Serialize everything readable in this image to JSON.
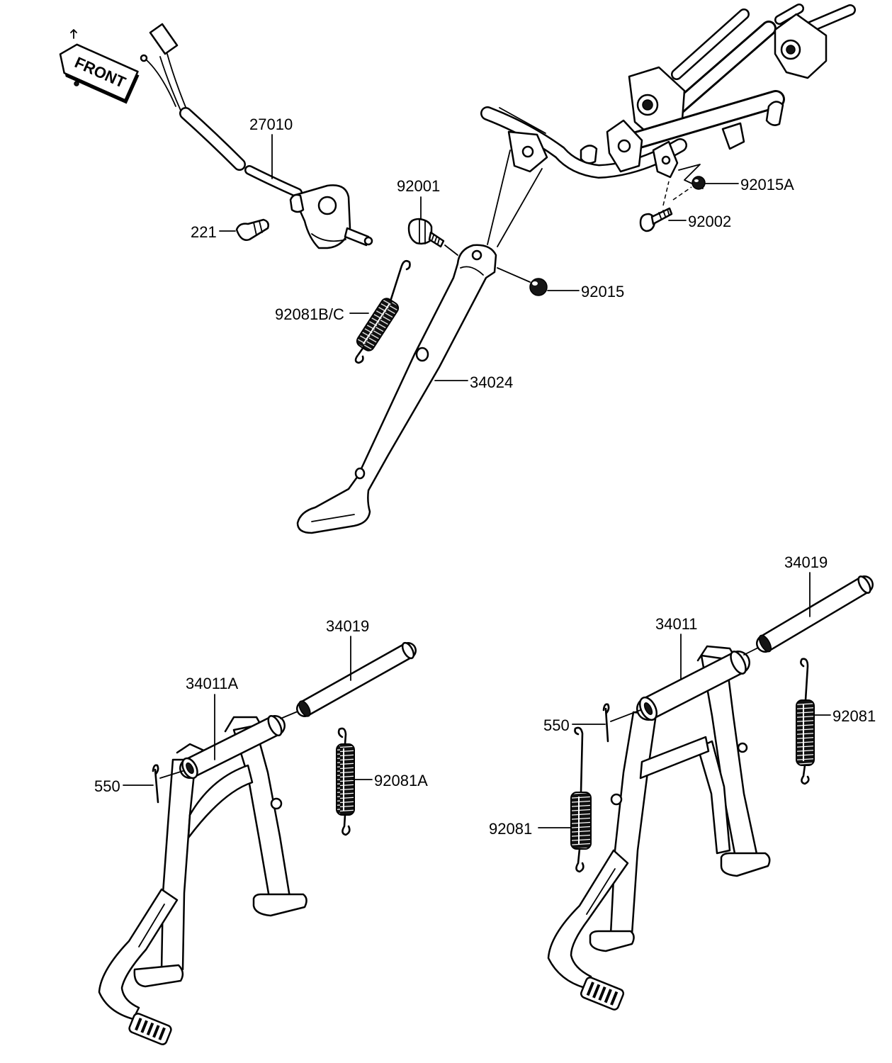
{
  "front_arrow": {
    "label": "FRONT"
  },
  "side_stand_group": {
    "callouts": [
      "27010",
      "221",
      "92001",
      "92081B/C",
      "92015A",
      "92002",
      "92015",
      "34024"
    ]
  },
  "center_stand_left": {
    "callouts": [
      "34019",
      "34011A",
      "550",
      "92081A"
    ]
  },
  "center_stand_right": {
    "callouts": [
      "34019",
      "34011",
      "550",
      "92081",
      "92081"
    ]
  }
}
